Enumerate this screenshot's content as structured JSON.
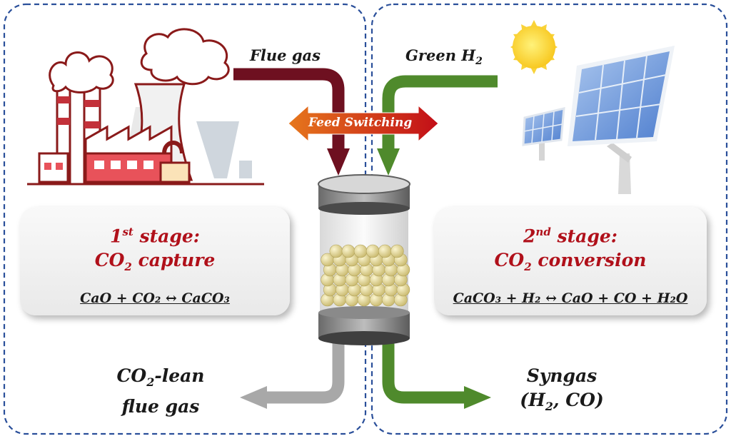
{
  "flows": {
    "flue_gas": "Flue gas",
    "green_h2_prefix": "Green H",
    "green_h2_sub": "2",
    "feed_switching": "Feed Switching"
  },
  "stage1": {
    "num": "1",
    "sup": "st",
    "title_suffix": " stage:",
    "line2_prefix": "CO",
    "line2_sub": "2",
    "line2_suffix": " capture",
    "equation": "CaO + CO₂ ↔ CaCO₃"
  },
  "stage2": {
    "num": "2",
    "sup": "nd",
    "title_suffix": " stage:",
    "line2_prefix": "CO",
    "line2_sub": "2",
    "line2_suffix": " conversion",
    "equation": "CaCO₃ + H₂ ↔ CaO + CO + H₂O"
  },
  "outputs": {
    "lean_prefix": "CO",
    "lean_sub": "2",
    "lean_suffix": "-lean",
    "lean_line2": "flue gas",
    "syngas_line1": "Syngas",
    "syngas_line2_prefix": "(H",
    "syngas_line2_sub": "2",
    "syngas_line2_suffix": ", CO)"
  },
  "colors": {
    "flue_gas_arrow": "#6e1020",
    "green_h2_arrow": "#4f8a2c",
    "lean_arrow": "#a8a8a8",
    "feed_switch_left": "#e06a1a",
    "feed_switch_right": "#c4101a",
    "stage_title": "#b0101a",
    "panel_border": "#2a4f9a"
  },
  "icons": {
    "left": "factory-icon",
    "right": "solar-panel-icon",
    "sun": "sun-icon",
    "center": "packed-bed-reactor-icon"
  }
}
